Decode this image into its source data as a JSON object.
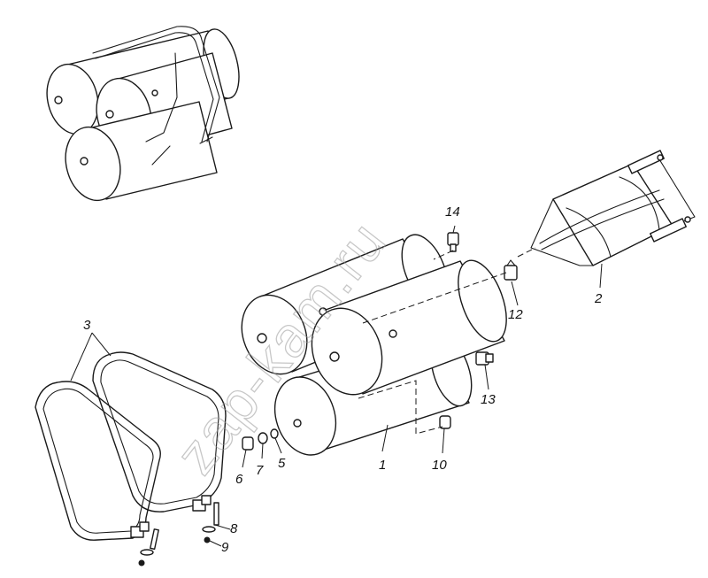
{
  "watermark": "zap-kam.ru",
  "callouts": [
    {
      "id": "1",
      "label": "1"
    },
    {
      "id": "2",
      "label": "2"
    },
    {
      "id": "3",
      "label": "3"
    },
    {
      "id": "5",
      "label": "5"
    },
    {
      "id": "6",
      "label": "6"
    },
    {
      "id": "7",
      "label": "7"
    },
    {
      "id": "8",
      "label": "8"
    },
    {
      "id": "9",
      "label": "9"
    },
    {
      "id": "10",
      "label": "10"
    },
    {
      "id": "12",
      "label": "12"
    },
    {
      "id": "13",
      "label": "13"
    },
    {
      "id": "14",
      "label": "14"
    }
  ],
  "colors": {
    "line": "#1a1a1a",
    "watermark": "#9a9a9a",
    "background": "#ffffff"
  }
}
